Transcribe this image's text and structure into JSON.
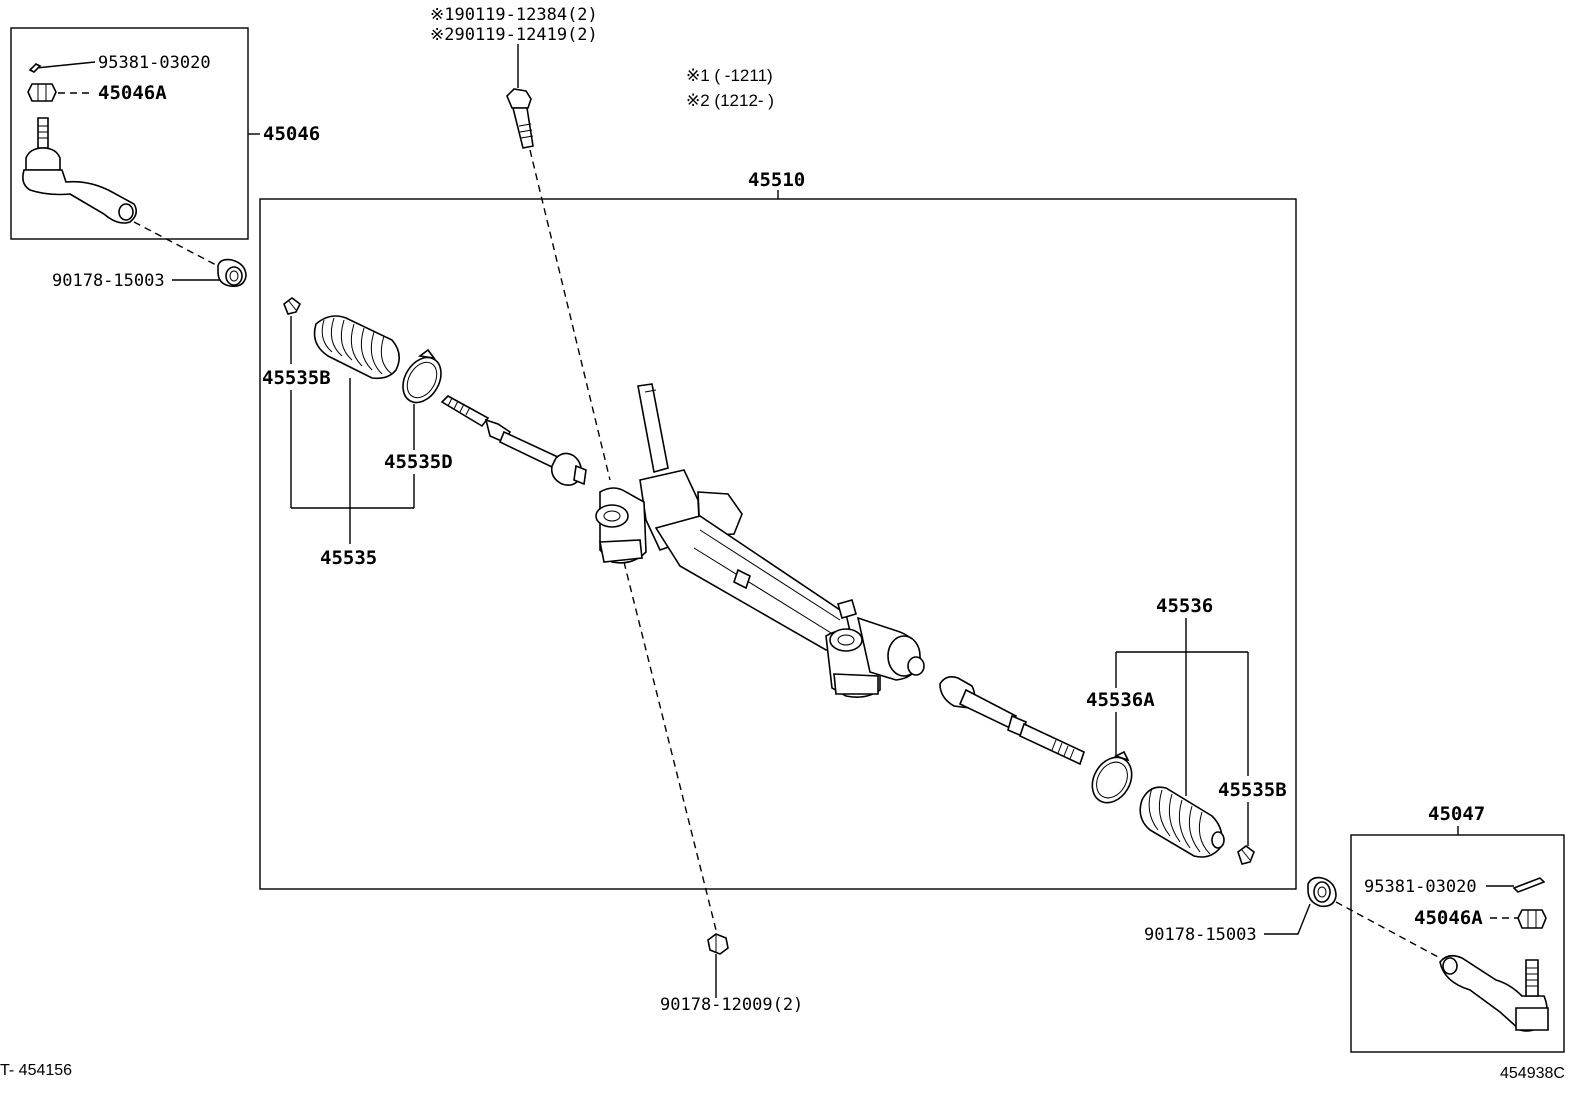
{
  "notes": {
    "note1": "※1 (     -1211)",
    "note2": "※2 (1212-       )"
  },
  "labels": {
    "left_pin": "95381-03020",
    "left_nut": "45046A",
    "left_tie_rod_end": "45046",
    "left_lock_nut": "90178-15003",
    "bolt_1": "※190119-12384(2)",
    "bolt_2": "※290119-12419(2)",
    "gear_assy": "45510",
    "left_clamp_b": "45535B",
    "left_clamp_d": "45535D",
    "left_boot_set": "45535",
    "right_boot_set": "45536",
    "right_clamp_a": "45536A",
    "right_clamp_b": "45535B",
    "right_tie_rod_end": "45047",
    "right_pin": "95381-03020",
    "right_nut": "45046A",
    "right_lock_nut": "90178-15003",
    "bottom_nut": "90178-12009(2)"
  },
  "footer": {
    "left_code": "T- 454156",
    "right_code": "454938C"
  }
}
